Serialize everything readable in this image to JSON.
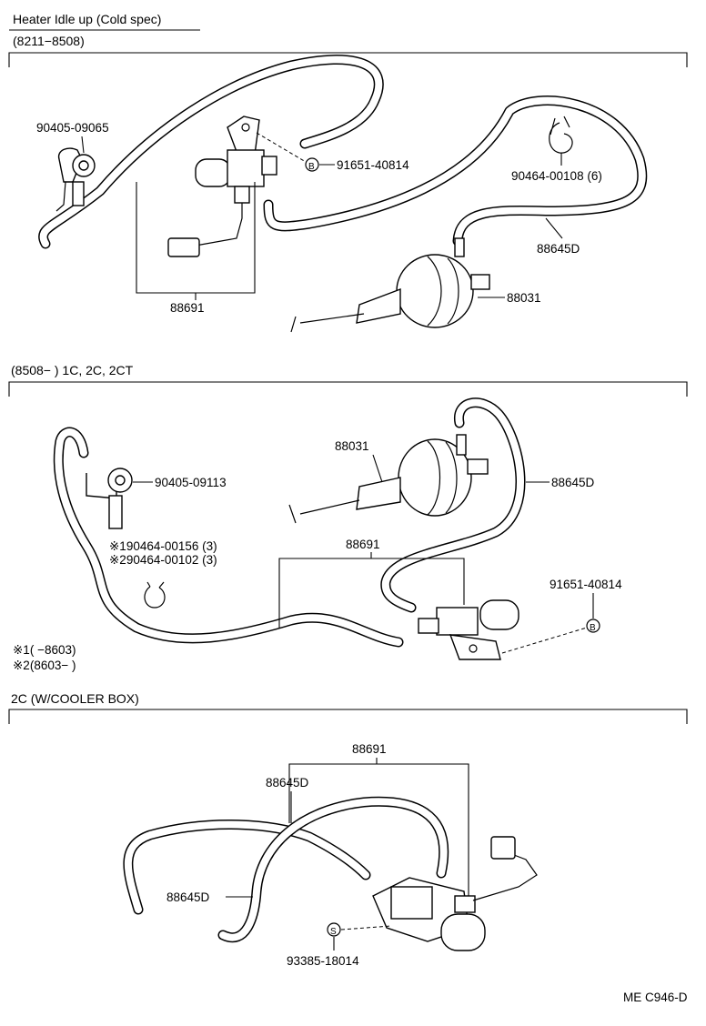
{
  "header": {
    "title": "Heater Idle up (Cold spec)",
    "range": "(8211−8508)"
  },
  "section1": {
    "labels": {
      "clamp_bolt": "90405-09065",
      "bolt_b": "91651-40814",
      "clip": "90464-00108 (6)",
      "hose": "88645D",
      "actuator": "88031",
      "vsv": "88691"
    },
    "b_marker": "B"
  },
  "section2": {
    "header": "(8508−        ) 1C, 2C, 2CT",
    "labels": {
      "actuator": "88031",
      "clamp_bolt": "90405-09113",
      "hose": "88645D",
      "clip1": "※190464-00156 (3)",
      "clip2": "※290464-00102 (3)",
      "vsv": "88691",
      "bolt_b": "91651-40814"
    },
    "b_marker": "B",
    "footnote1": "※1(        −8603)",
    "footnote2": "※2(8603−        )"
  },
  "section3": {
    "header": "2C (W/COOLER BOX)",
    "labels": {
      "vsv": "88691",
      "hose_top": "88645D",
      "hose_left": "88645D",
      "bolt_s": "93385-18014"
    },
    "s_marker": "S"
  },
  "footer": {
    "code": "ME C946-D"
  }
}
